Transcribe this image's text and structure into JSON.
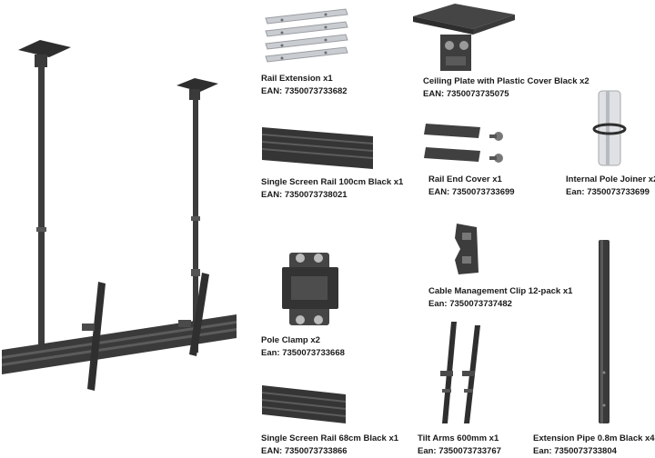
{
  "colors": {
    "metal_dark": "#3a3a3a",
    "metal_mid": "#5a5a5a",
    "metal_light": "#8a8a8a",
    "silver": "#c9ccd0",
    "background": "#ffffff",
    "text": "#1a1a1a"
  },
  "parts": [
    {
      "id": "rail-extension",
      "name": "Rail Extension x1",
      "code": "EAN: 7350073733682"
    },
    {
      "id": "ceiling-plate",
      "name": "Ceiling Plate with Plastic Cover Black x2",
      "code": "EAN: 7350073735075"
    },
    {
      "id": "single-rail-100",
      "name": "Single Screen Rail 100cm Black x1",
      "code": "EAN: 7350073738021"
    },
    {
      "id": "rail-end-cover",
      "name": "Rail End Cover x1",
      "code": "EAN: 7350073733699"
    },
    {
      "id": "pole-joiner",
      "name": "Internal Pole Joiner x2",
      "code": "Ean:  7350073733699"
    },
    {
      "id": "cable-clip",
      "name": "Cable Management Clip 12-pack x1",
      "code": "Ean: 7350073737482"
    },
    {
      "id": "pole-clamp",
      "name": "Pole Clamp x2",
      "code": "Ean:  7350073733668"
    },
    {
      "id": "single-rail-68",
      "name": "Single Screen Rail 68cm Black x1",
      "code": "EAN: 7350073733866"
    },
    {
      "id": "tilt-arms",
      "name": "Tilt Arms 600mm x1",
      "code": "Ean: 7350073733767"
    },
    {
      "id": "extension-pipe",
      "name": "Extension Pipe 0.8m Black x4",
      "code": "Ean:  7350073733804"
    }
  ]
}
